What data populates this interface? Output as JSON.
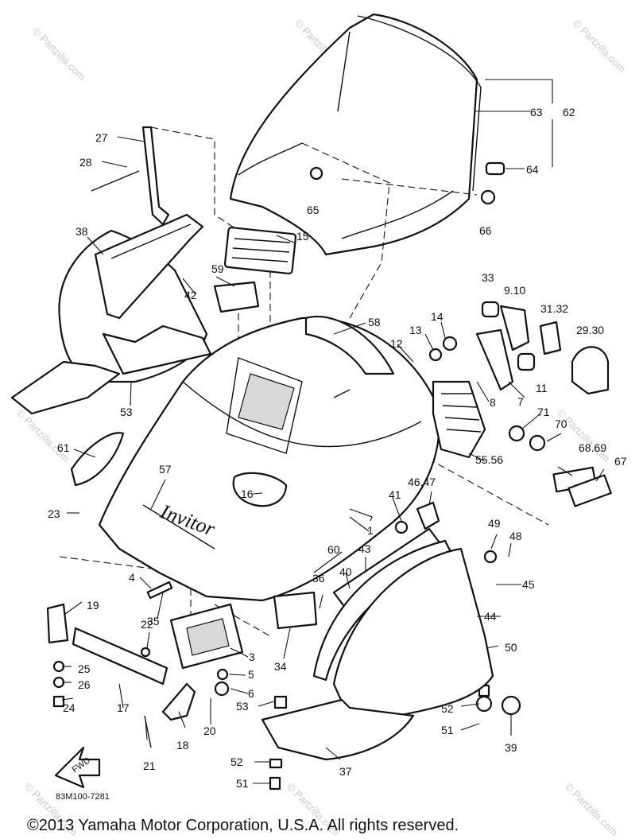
{
  "watermark": "© Partzilla.com",
  "brand_script": "Invitor",
  "fwd_label": "FWD",
  "diagram_code": "83M100-7281",
  "copyright": "©2013  Yamaha Motor Corporation, U.S.A. All rights reserved.",
  "callouts": [
    "1",
    "3",
    "4",
    "5",
    "6",
    "7",
    "8",
    "9.10",
    "11",
    "12",
    "13",
    "14",
    "15",
    "16",
    "17",
    "18",
    "19",
    "20",
    "21",
    "22",
    "23",
    "24",
    "25",
    "26",
    "27",
    "28",
    "29.30",
    "31.32",
    "33",
    "34",
    "35",
    "36",
    "37",
    "38",
    "39",
    "40",
    "41",
    "42",
    "43",
    "44",
    "45",
    "46.47",
    "48",
    "49",
    "50",
    "51",
    "52",
    "53",
    "55.56",
    "57",
    "58",
    "59",
    "60",
    "61",
    "62",
    "63",
    "64",
    "65",
    "66",
    "67",
    "68.69",
    "70",
    "71"
  ]
}
